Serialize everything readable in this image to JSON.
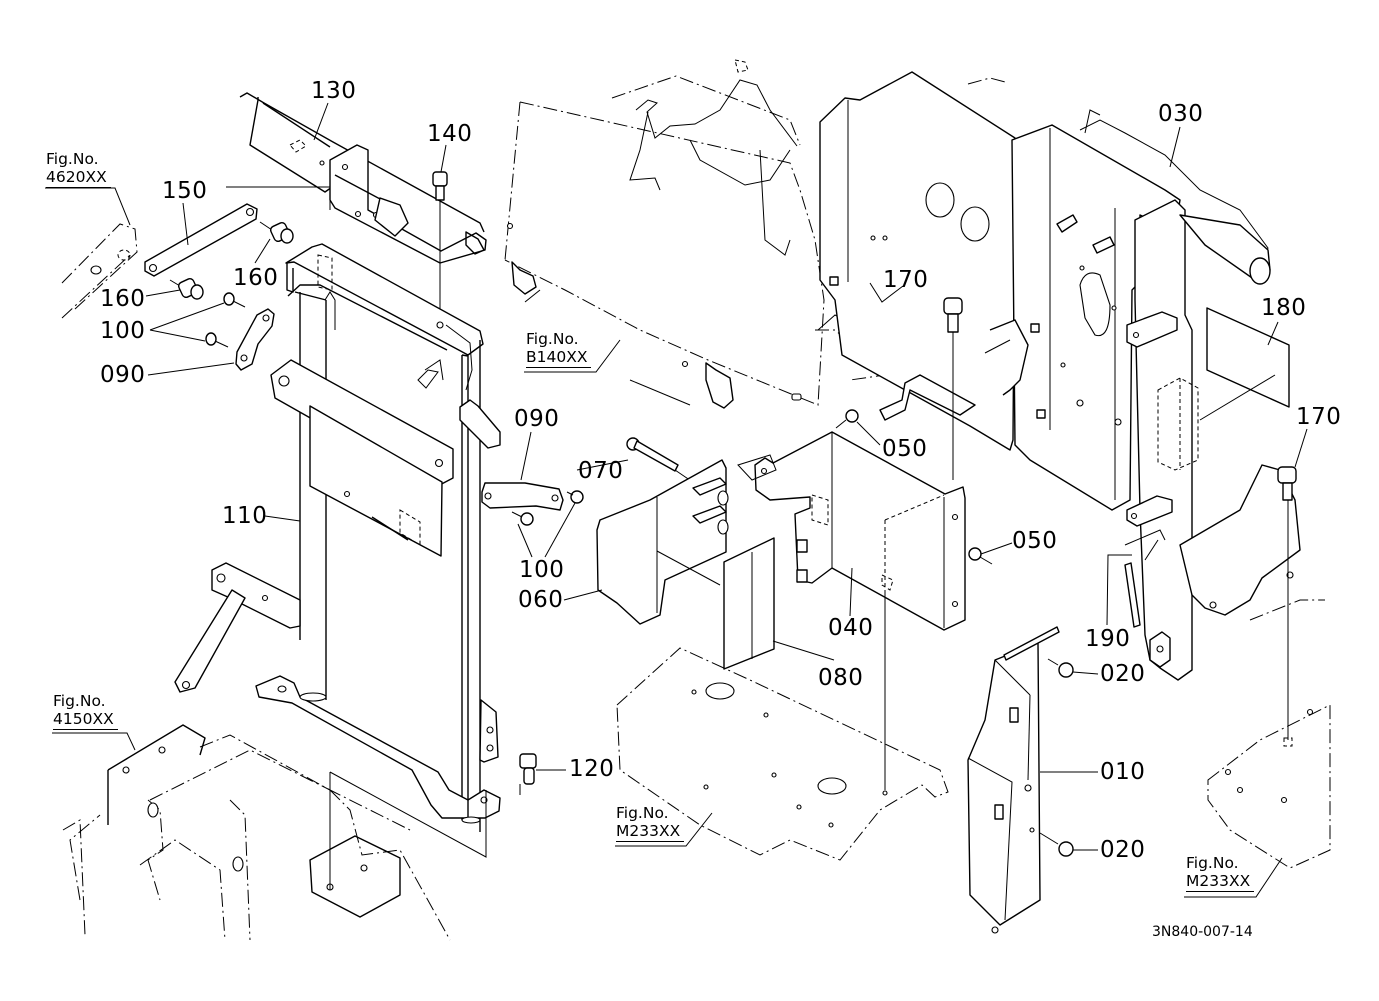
{
  "diagram": {
    "type": "exploded-parts-diagram",
    "drawing_id": "3N840-007-14",
    "callouts": [
      {
        "id": "c130",
        "label": "130"
      },
      {
        "id": "c140",
        "label": "140"
      },
      {
        "id": "c150",
        "label": "150"
      },
      {
        "id": "c160a",
        "label": "160"
      },
      {
        "id": "c160b",
        "label": "160"
      },
      {
        "id": "c100a",
        "label": "100"
      },
      {
        "id": "c090a",
        "label": "090"
      },
      {
        "id": "c110",
        "label": "110"
      },
      {
        "id": "c090b",
        "label": "090"
      },
      {
        "id": "c070",
        "label": "070"
      },
      {
        "id": "c100b",
        "label": "100"
      },
      {
        "id": "c060",
        "label": "060"
      },
      {
        "id": "c080",
        "label": "080"
      },
      {
        "id": "c040",
        "label": "040"
      },
      {
        "id": "c050a",
        "label": "050"
      },
      {
        "id": "c050b",
        "label": "050"
      },
      {
        "id": "c120",
        "label": "120"
      },
      {
        "id": "c030",
        "label": "030"
      },
      {
        "id": "c170a",
        "label": "170"
      },
      {
        "id": "c180",
        "label": "180"
      },
      {
        "id": "c170b",
        "label": "170"
      },
      {
        "id": "c190",
        "label": "190"
      },
      {
        "id": "c020a",
        "label": "020"
      },
      {
        "id": "c010",
        "label": "010"
      },
      {
        "id": "c020b",
        "label": "020"
      }
    ],
    "figure_refs": [
      {
        "id": "f4620",
        "prefix": "Fig.No.",
        "number": "4620XX"
      },
      {
        "id": "fB140",
        "prefix": "Fig.No.",
        "number": "B140XX"
      },
      {
        "id": "f4150",
        "prefix": "Fig.No.",
        "number": "4150XX"
      },
      {
        "id": "fM233a",
        "prefix": "Fig.No.",
        "number": "M233XX"
      },
      {
        "id": "fM233b",
        "prefix": "Fig.No.",
        "number": "M233XX"
      }
    ]
  }
}
